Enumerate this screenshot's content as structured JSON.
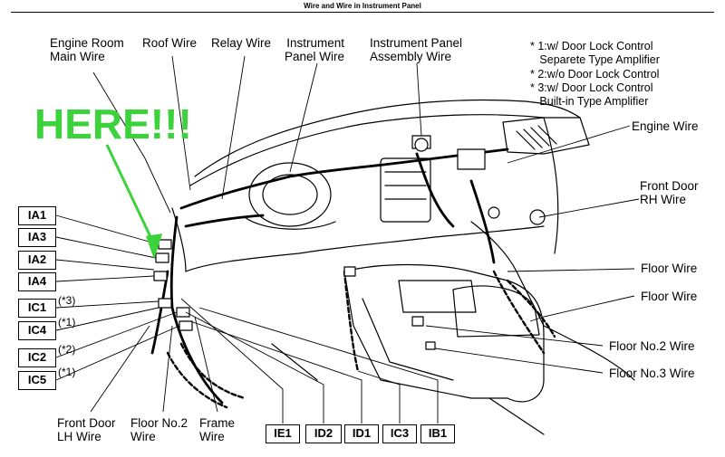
{
  "header": {
    "title": "Wire and Wire in Instrument Panel"
  },
  "annotation": {
    "text": "HERE!!!",
    "color": "#3cd23c"
  },
  "notes": [
    "* 1:w/ Door Lock Control",
    "   Separete Type Amplifier",
    "* 2:w/o Door Lock Control",
    "* 3:w/ Door Lock Control",
    "   Built-in Type Amplifier"
  ],
  "labels": {
    "engine_room_main_wire": "Engine Room\nMain Wire",
    "roof_wire": "Roof Wire",
    "relay_wire": "Relay Wire",
    "instrument_panel_wire": "Instrument\nPanel Wire",
    "instrument_panel_assembly_wire": "Instrument Panel\nAssembly Wire",
    "engine_wire": "Engine Wire",
    "front_door_rh_wire": "Front Door\nRH Wire",
    "floor_wire_1": "Floor Wire",
    "floor_wire_2": "Floor Wire",
    "floor_no2_wire_right": "Floor No.2 Wire",
    "floor_no3_wire": "Floor No.3 Wire",
    "front_door_lh_wire": "Front Door\nLH Wire",
    "floor_no2_wire_bottom": "Floor No.2\nWire",
    "frame_wire": "Frame\nWire"
  },
  "left_connectors": [
    {
      "code": "IA1",
      "note": ""
    },
    {
      "code": "IA3",
      "note": ""
    },
    {
      "code": "IA2",
      "note": ""
    },
    {
      "code": "IA4",
      "note": ""
    },
    {
      "code": "IC1",
      "note": "(*3)"
    },
    {
      "code": "IC4",
      "note": "(*1)"
    },
    {
      "code": "IC2",
      "note": "(*2)"
    },
    {
      "code": "IC5",
      "note": "(*1)"
    }
  ],
  "bottom_connectors": [
    "IE1",
    "ID2",
    "ID1",
    "IC3",
    "IB1"
  ]
}
